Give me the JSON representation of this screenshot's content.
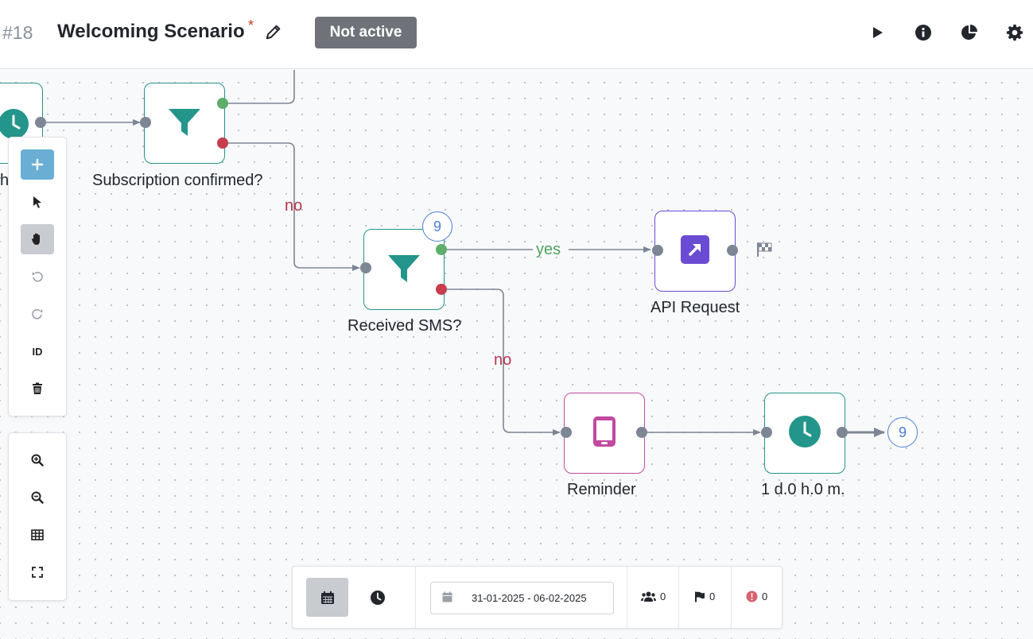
{
  "header": {
    "scenario_id": "#18",
    "title": "Welcoming Scenario",
    "unsaved_marker": "*",
    "status": "Not active",
    "actions": [
      "play-icon",
      "info-icon",
      "chart-pie-icon",
      "gear-icon"
    ]
  },
  "nodes": {
    "partial_left": {
      "label_fragment": "h",
      "icon": "clock-icon"
    },
    "subscription": {
      "label": "Subscription confirmed?",
      "icon": "funnel-icon"
    },
    "received_sms": {
      "label": "Received SMS?",
      "icon": "funnel-icon",
      "count": "9"
    },
    "api_request": {
      "label": "API Request",
      "icon": "external-link-icon"
    },
    "reminder": {
      "label": "Reminder",
      "icon": "mobile-phone-icon"
    },
    "delay": {
      "label": "1 d.0 h.0 m.",
      "icon": "clock-icon"
    }
  },
  "edges": {
    "no_1": "no",
    "yes_1": "yes",
    "no_2": "no",
    "end_count": "9"
  },
  "toolbar": {
    "id_label": "ID",
    "tools": [
      "plus-icon",
      "pointer-icon",
      "hand-icon",
      "undo-icon",
      "redo-icon",
      "id-icon",
      "trash-icon"
    ],
    "view_tools": [
      "zoom-in-icon",
      "zoom-out-icon",
      "grid-icon",
      "fullscreen-icon"
    ]
  },
  "bottombar": {
    "date_range": "31-01-2025 - 06-02-2025",
    "users_count": "0",
    "flags_count": "0",
    "errors_count": "0"
  },
  "colors": {
    "teal": "#23958a",
    "purple": "#6a4bd3",
    "pink": "#c14aa0",
    "edge": "#7d8694",
    "yes": "#4da160",
    "no": "#b5374a",
    "badge_blue": "#4a7fd6",
    "status_bg": "#6f7379"
  }
}
